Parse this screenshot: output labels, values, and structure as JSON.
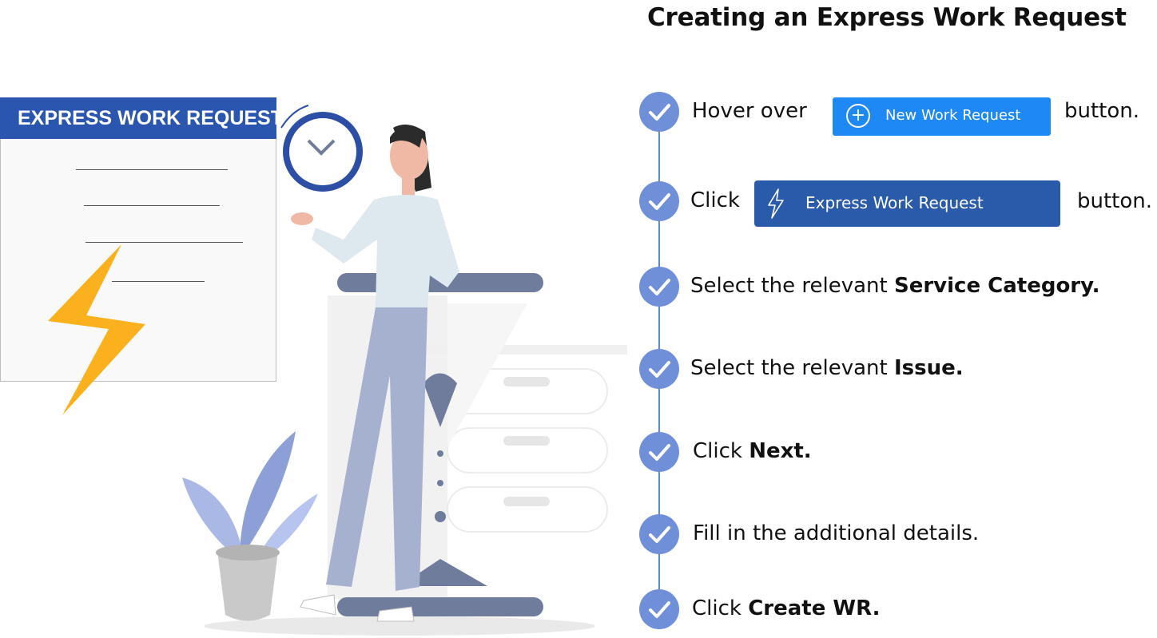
{
  "title": "Creating an Express Work Request",
  "illustration": {
    "card_header": "EXPRESS WORK REQUEST",
    "icons": [
      "lightning-bolt-icon",
      "clock-icon",
      "hourglass-icon",
      "plant-icon"
    ]
  },
  "buttons": {
    "new_work_request": "New Work Request",
    "express_work_request": "Express Work Request"
  },
  "steps": [
    {
      "pre": "Hover over",
      "bold": "",
      "post": "",
      "after": "button."
    },
    {
      "pre": "Click",
      "bold": "",
      "post": "",
      "after": "button."
    },
    {
      "pre": "Select the relevant ",
      "bold": "Service Category.",
      "post": ""
    },
    {
      "pre": "Select the relevant ",
      "bold": "Issue.",
      "post": ""
    },
    {
      "pre": "Click ",
      "bold": "Next.",
      "post": ""
    },
    {
      "pre": "Fill in the additional details.",
      "bold": "",
      "post": ""
    },
    {
      "pre": "Click ",
      "bold": "Create WR.",
      "post": ""
    }
  ],
  "colors": {
    "header_blue": "#2a56b0",
    "check_blue": "#6f8fd8",
    "button_blue": "#1e88f5",
    "express_blue": "#2a5bab",
    "bolt_yellow": "#fbb11d"
  }
}
